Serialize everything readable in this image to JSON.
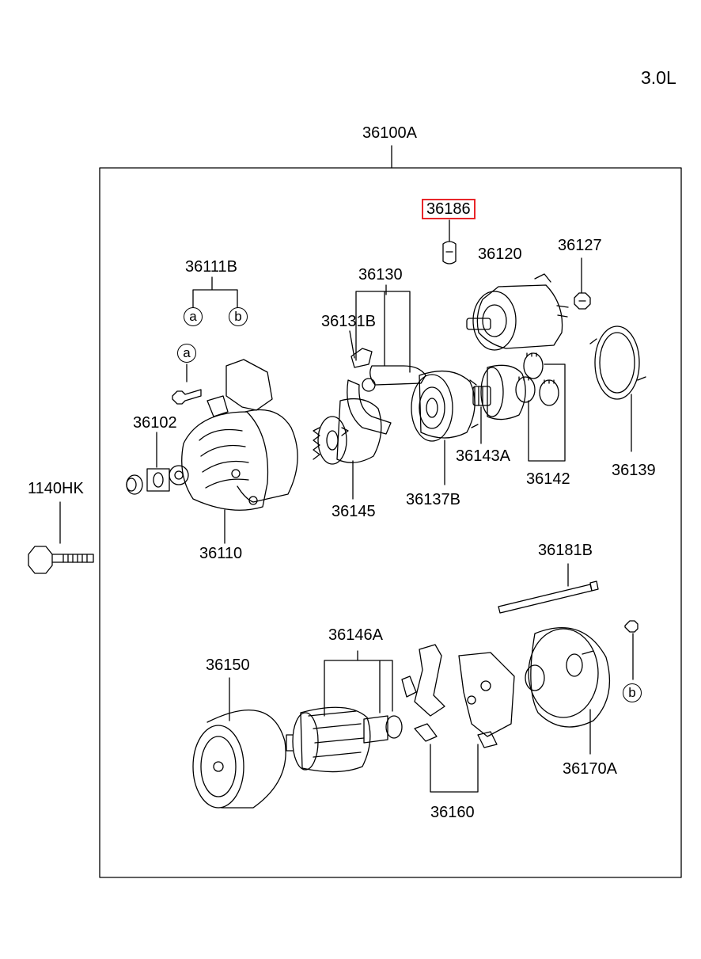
{
  "engine": "3.0L",
  "assembly": "36100A",
  "highlight_color": "#e8262a",
  "parts": {
    "p36186": "36186",
    "p36120": "36120",
    "p36127": "36127",
    "p36111B": "36111B",
    "p36130": "36130",
    "p36131B": "36131B",
    "p36102": "36102",
    "p36143A": "36143A",
    "p36142": "36142",
    "p36139": "36139",
    "p1140HK": "1140HK",
    "p36145": "36145",
    "p36137B": "36137B",
    "p36110": "36110",
    "p36181B": "36181B",
    "p36146A": "36146A",
    "p36150": "36150",
    "p36170A": "36170A",
    "p36160": "36160"
  },
  "refs": {
    "a": "a",
    "b": "b"
  }
}
